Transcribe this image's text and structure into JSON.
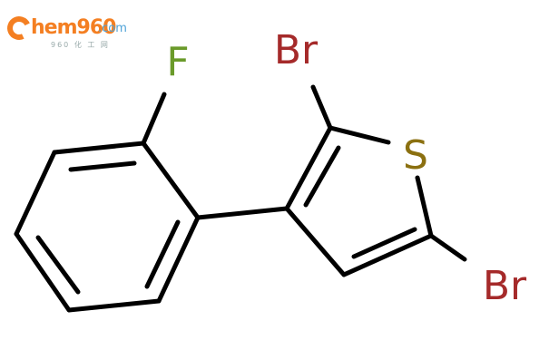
{
  "watermark": {
    "brand": "hem960",
    "tld": ".com",
    "sub": "960 化 工 网"
  },
  "atoms": {
    "fluorine": "F",
    "bromine_top": "Br",
    "sulfur": "S",
    "bromine_bottom": "Br"
  },
  "colors": {
    "bond": "#000000",
    "fluorine": "#6a9a2a",
    "bromine": "#a52a2a",
    "sulfur": "#8b7010",
    "watermark_orange": "#f47f22",
    "watermark_blue": "#4fa3d8"
  }
}
